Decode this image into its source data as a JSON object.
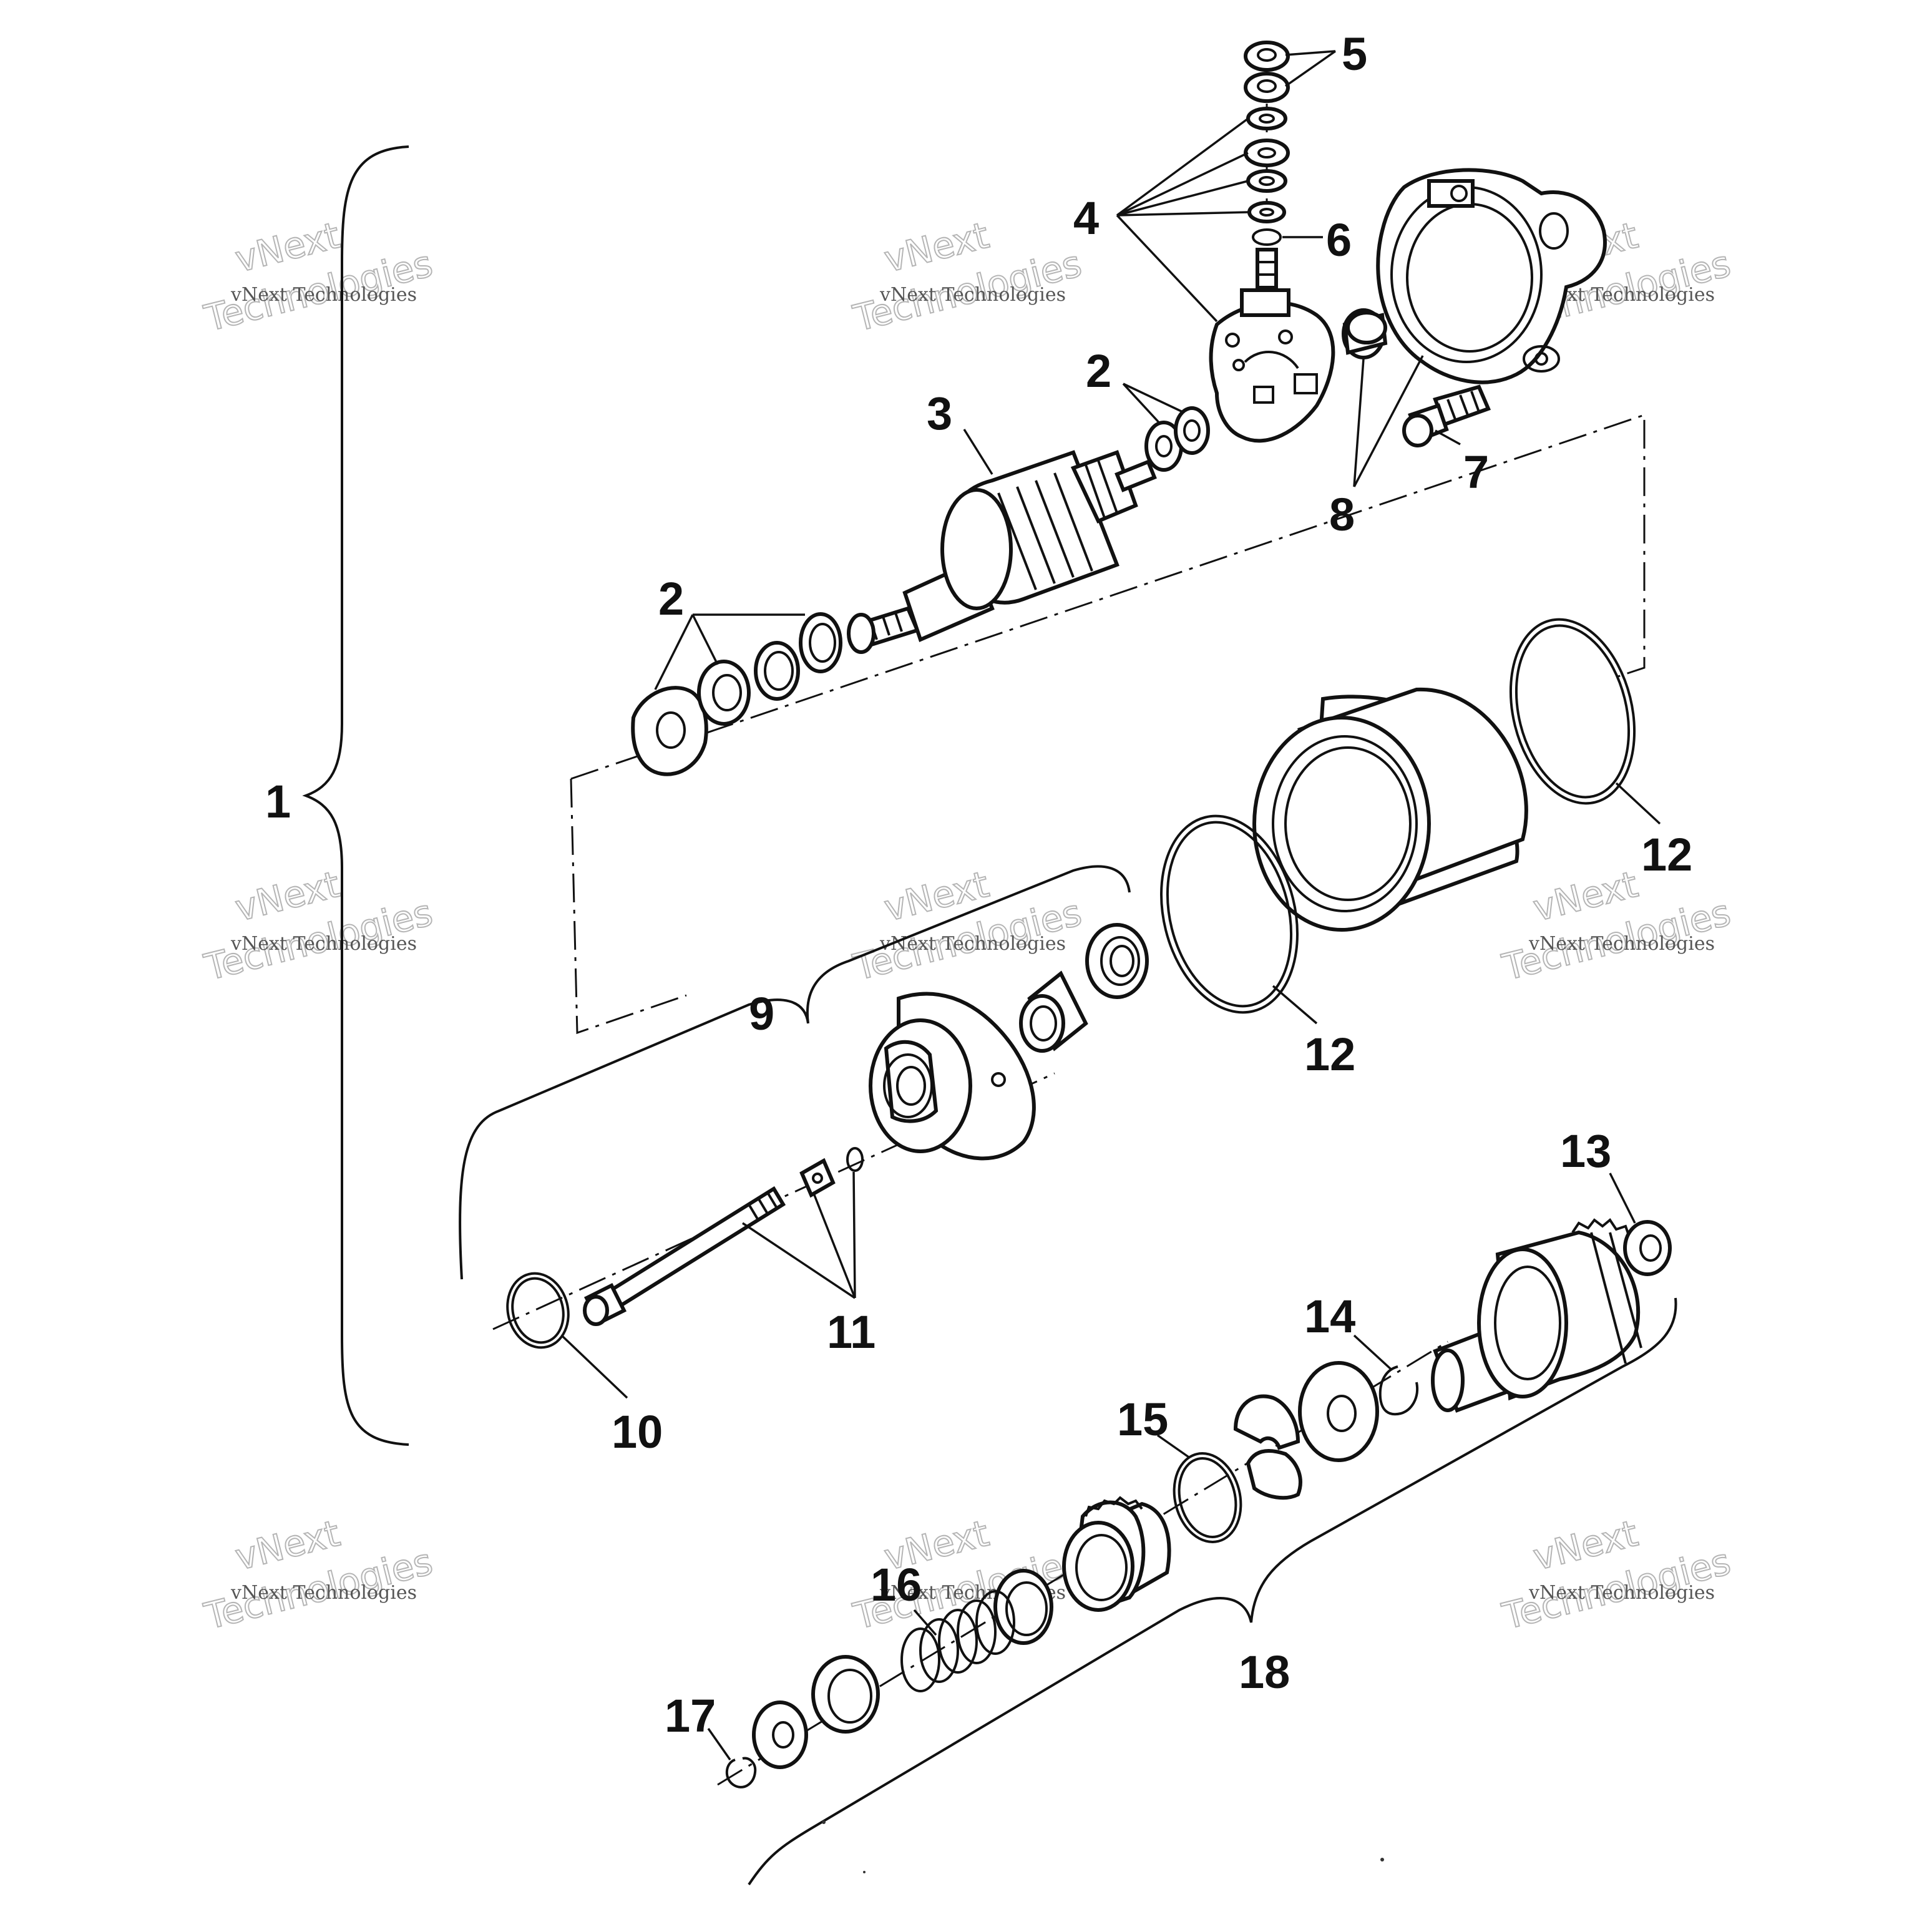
{
  "colors": {
    "line": "#111111",
    "background": "#ffffff",
    "watermark": "#b5b5b5"
  },
  "watermark": {
    "line1": "vNext",
    "line2": "vNext Technologies",
    "line3": "Technologies"
  },
  "callouts": [
    {
      "id": "1",
      "label": "1"
    },
    {
      "id": "2a",
      "label": "2"
    },
    {
      "id": "2b",
      "label": "2"
    },
    {
      "id": "3",
      "label": "3"
    },
    {
      "id": "4",
      "label": "4"
    },
    {
      "id": "5",
      "label": "5"
    },
    {
      "id": "6",
      "label": "6"
    },
    {
      "id": "7",
      "label": "7"
    },
    {
      "id": "8",
      "label": "8"
    },
    {
      "id": "9",
      "label": "9"
    },
    {
      "id": "10",
      "label": "10"
    },
    {
      "id": "11",
      "label": "11"
    },
    {
      "id": "12a",
      "label": "12"
    },
    {
      "id": "12b",
      "label": "12"
    },
    {
      "id": "13",
      "label": "13"
    },
    {
      "id": "14",
      "label": "14"
    },
    {
      "id": "15",
      "label": "15"
    },
    {
      "id": "16",
      "label": "16"
    },
    {
      "id": "17",
      "label": "17"
    },
    {
      "id": "18",
      "label": "18"
    }
  ]
}
